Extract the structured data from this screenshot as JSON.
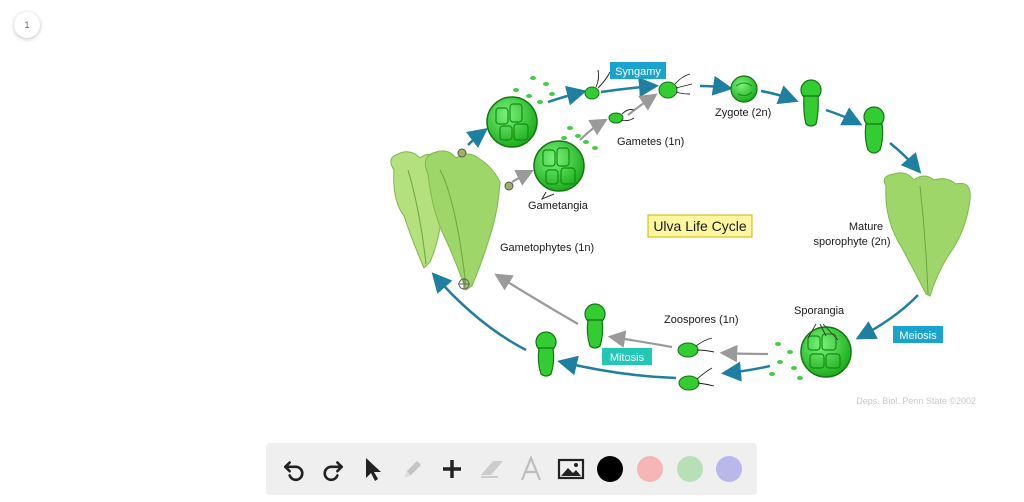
{
  "page_indicator": "1",
  "diagram": {
    "title": "Ulva Life Cycle",
    "labels": {
      "syngamy": "Syngamy",
      "zygote": "Zygote (2n)",
      "gametes": "Gametes (1n)",
      "gametangia": "Gametangia",
      "gametophytes": "Gametophytes (1n)",
      "mature_sporophyte_line1": "Mature",
      "mature_sporophyte_line2": "sporophyte (2n)",
      "sporangia": "Sporangia",
      "meiosis": "Meiosis",
      "zoospores": "Zoospores (1n)",
      "mitosis": "Mitosis"
    },
    "credit": "Deps. Biol. Penn State ©2002"
  },
  "colors": {
    "cycle_arrow": "#1e7fa0",
    "tag_blue": "#1aa3cc",
    "tag_teal": "#23c8b4",
    "title_bg": "#fff7a0",
    "title_border": "#c8b400",
    "algae_green": "#33cc33",
    "leaf_green": "#9fd66a"
  },
  "toolbar": {
    "tools": [
      "undo-icon",
      "redo-icon",
      "pointer-icon",
      "pencil-icon",
      "plus-icon",
      "eraser-icon",
      "text-icon",
      "image-icon"
    ],
    "swatches": [
      "#000000",
      "#f4b6b6",
      "#b8e0b8",
      "#b8b8ec"
    ]
  }
}
